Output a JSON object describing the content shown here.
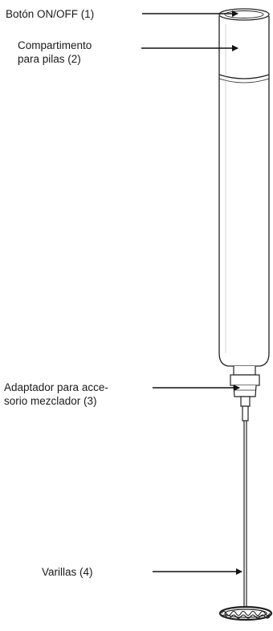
{
  "labels": {
    "on_off_button": "Botón ON/OFF (1)",
    "battery_compartment": [
      "Compartimento",
      "para pilas (2)"
    ],
    "mixer_adapter": [
      "Adaptador para acce-",
      "sorio mezclador (3)"
    ],
    "whisk": "Varillas (4)"
  }
}
